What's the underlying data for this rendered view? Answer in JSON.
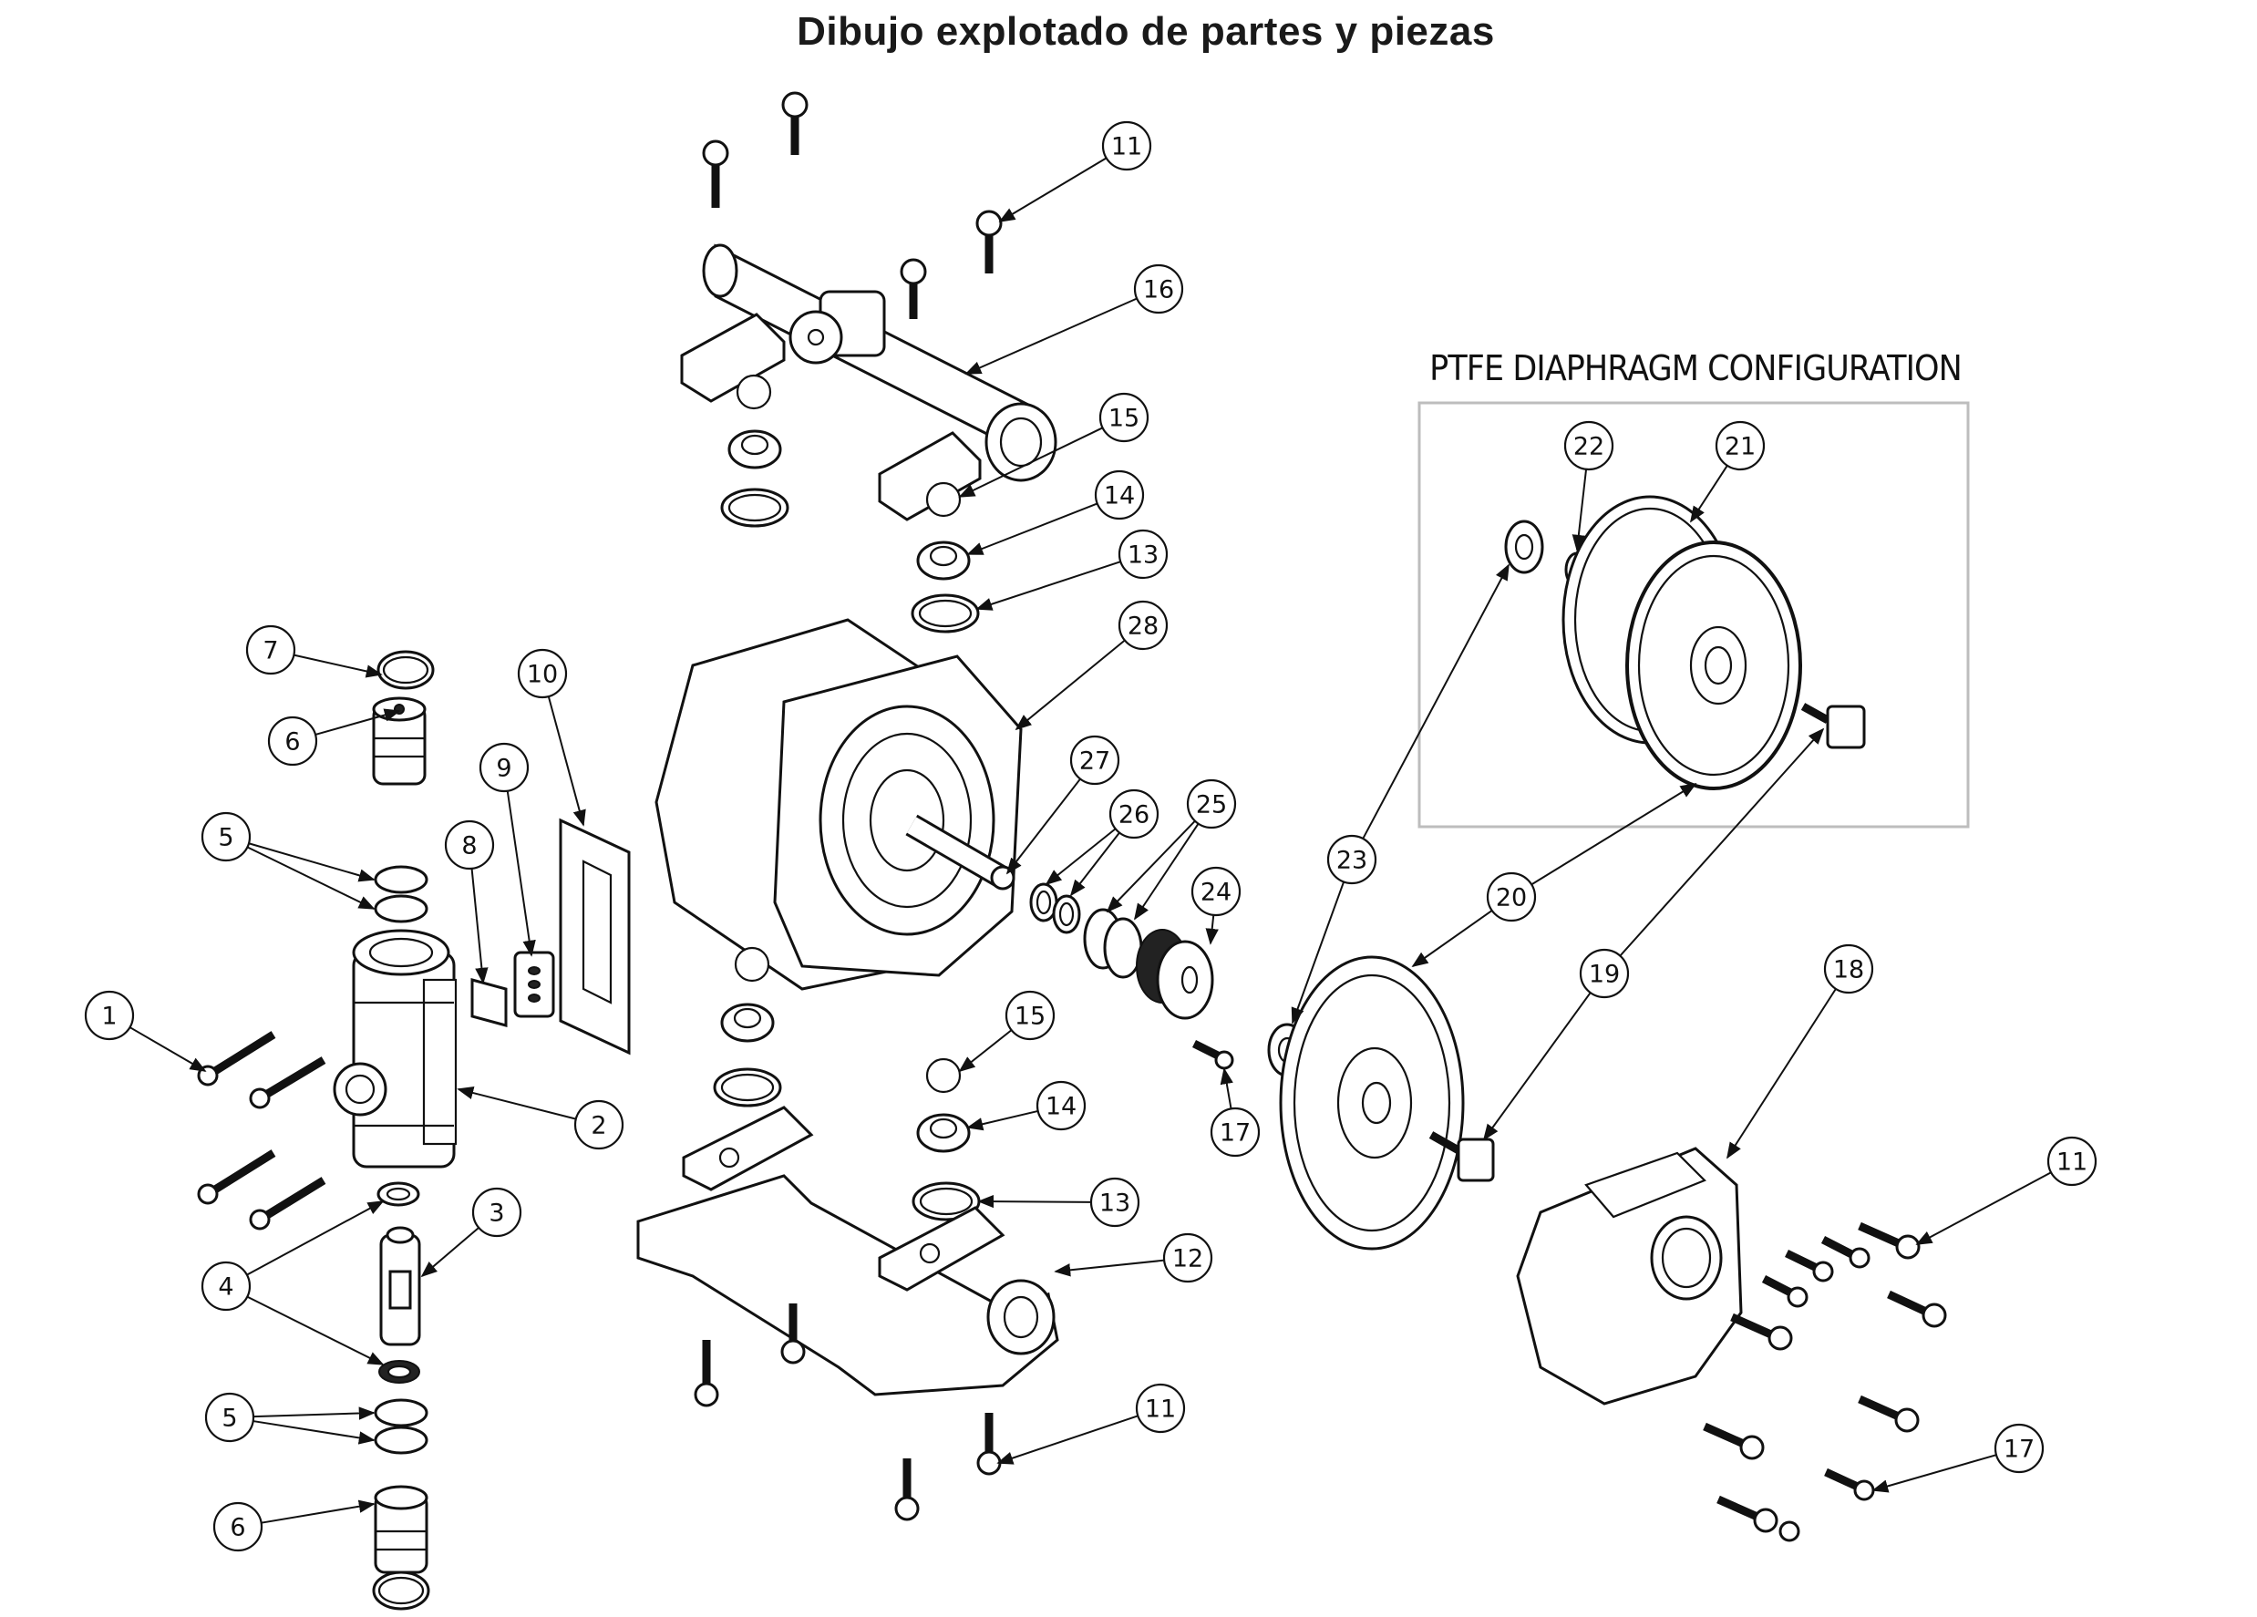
{
  "title": "Dibujo explotado de partes y piezas",
  "inset": {
    "title": "PTFE DIAPHRAGM CONFIGURATION"
  },
  "callouts": [
    {
      "id": "c1",
      "number": "1"
    },
    {
      "id": "c2",
      "number": "2"
    },
    {
      "id": "c3",
      "number": "3"
    },
    {
      "id": "c4",
      "number": "4"
    },
    {
      "id": "c5a",
      "number": "5"
    },
    {
      "id": "c5b",
      "number": "5"
    },
    {
      "id": "c6a",
      "number": "6"
    },
    {
      "id": "c6b",
      "number": "6"
    },
    {
      "id": "c7",
      "number": "7"
    },
    {
      "id": "c8",
      "number": "8"
    },
    {
      "id": "c9",
      "number": "9"
    },
    {
      "id": "c10",
      "number": "10"
    },
    {
      "id": "c11a",
      "number": "11"
    },
    {
      "id": "c11b",
      "number": "11"
    },
    {
      "id": "c11c",
      "number": "11"
    },
    {
      "id": "c12",
      "number": "12"
    },
    {
      "id": "c13a",
      "number": "13"
    },
    {
      "id": "c13b",
      "number": "13"
    },
    {
      "id": "c14a",
      "number": "14"
    },
    {
      "id": "c14b",
      "number": "14"
    },
    {
      "id": "c15a",
      "number": "15"
    },
    {
      "id": "c15b",
      "number": "15"
    },
    {
      "id": "c16",
      "number": "16"
    },
    {
      "id": "c17a",
      "number": "17"
    },
    {
      "id": "c17b",
      "number": "17"
    },
    {
      "id": "c18",
      "number": "18"
    },
    {
      "id": "c19",
      "number": "19"
    },
    {
      "id": "c20",
      "number": "20"
    },
    {
      "id": "c21",
      "number": "21"
    },
    {
      "id": "c22",
      "number": "22"
    },
    {
      "id": "c23",
      "number": "23"
    },
    {
      "id": "c24",
      "number": "24"
    },
    {
      "id": "c25",
      "number": "25"
    },
    {
      "id": "c26",
      "number": "26"
    },
    {
      "id": "c27",
      "number": "27"
    },
    {
      "id": "c28",
      "number": "28"
    }
  ]
}
